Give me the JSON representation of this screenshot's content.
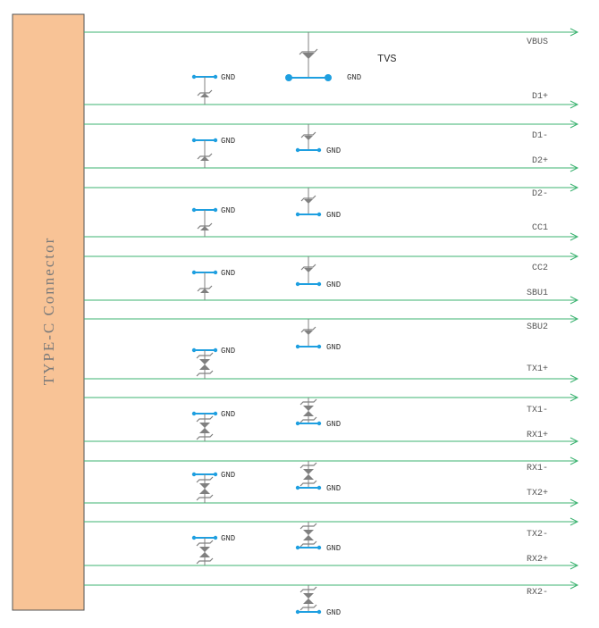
{
  "connector": {
    "label": "TYPE-C  Connector"
  },
  "colors": {
    "connector_fill": "#f8c396",
    "connector_stroke": "#555555",
    "signal_line": "#3cb371",
    "ground_node": "#1e9fe0",
    "diode": "#808080"
  },
  "tvs_label": "TVS",
  "gnd_text": "GND",
  "signals": [
    "VBUS",
    "D1+",
    "D1-",
    "D2+",
    "D2-",
    "CC1",
    "CC2",
    "SBU1",
    "SBU2",
    "TX1+",
    "TX1-",
    "RX1+",
    "RX1-",
    "TX2+",
    "TX2-",
    "RX2+",
    "RX2-"
  ],
  "diode_kinds": [
    "unidirectional-tvs",
    "bidirectional-tvs"
  ]
}
